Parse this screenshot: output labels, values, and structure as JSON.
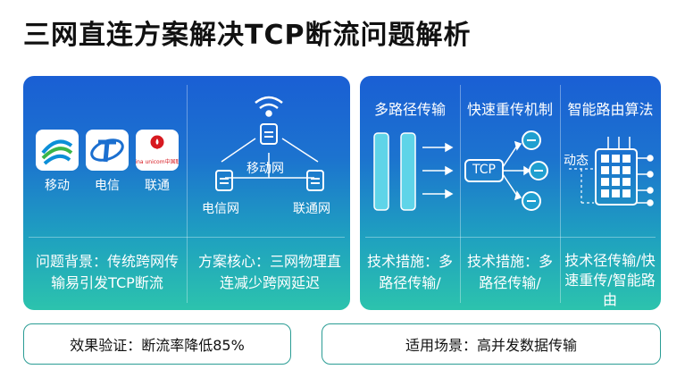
{
  "title": "三网直连方案解决TCP断流问题解析",
  "left_card": {
    "logos": [
      {
        "name": "移动",
        "icon": "china-mobile-logo"
      },
      {
        "name": "电信",
        "icon": "china-telecom-logo"
      },
      {
        "name": "联通",
        "icon": "china-unicom-logo",
        "logo_text": "China unicom中国联通"
      }
    ],
    "network_diagram": {
      "center": "移动网",
      "left": "电信网",
      "right": "联通网",
      "icon": "wifi-icon"
    },
    "background_text": "问题背景：传统跨网传输易引发TCP断流",
    "core_text": "方案核心：三网物理直连减少跨网延迟"
  },
  "right_card": {
    "columns": [
      {
        "heading": "多路径传输",
        "bottom": "技术措施：多路径传输/"
      },
      {
        "heading": "快速重传机制",
        "node": "TCP",
        "bottom": "技术措施：多路径传输/"
      },
      {
        "heading": "智能路由算法",
        "label": "动态",
        "bottom": "技术径传输/快速重传/智能路由"
      }
    ]
  },
  "footer": {
    "verification": "效果验证：断流率降低85%",
    "scenario": "适用场景：高并发数据传输"
  },
  "colors": {
    "card_top": "#1a5fd4",
    "card_bottom": "#2cc3ad",
    "pill_border": "#2a9c94"
  }
}
